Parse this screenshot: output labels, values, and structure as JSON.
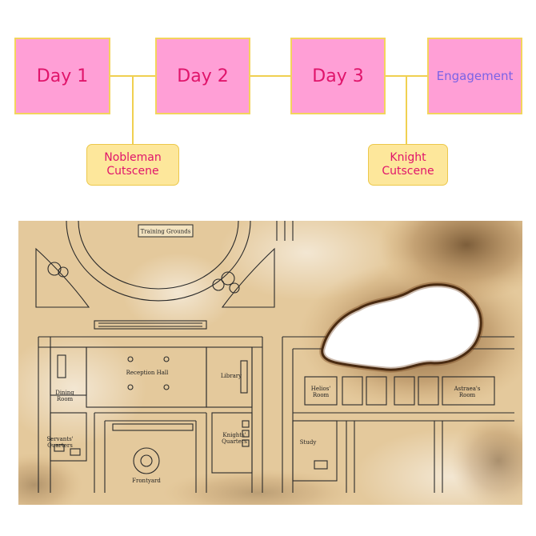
{
  "timeline": {
    "day1": "Day 1",
    "day2": "Day 2",
    "day3": "Day 3",
    "engagement": "Engagement",
    "cutscene1_line1": "Nobleman",
    "cutscene1_line2": "Cutscene",
    "cutscene2_line1": "Knight",
    "cutscene2_line2": "Cutscene"
  },
  "map": {
    "training_grounds": "Training Grounds",
    "reception_hall": "Reception Hall",
    "library": "Library",
    "dining_room_1": "Dining",
    "dining_room_2": "Room",
    "servants_quarters_1": "Servants'",
    "servants_quarters_2": "Quarters",
    "knights_quarters_1": "Knights'",
    "knights_quarters_2": "Quarters",
    "frontyard": "Frontyard",
    "helios_room_1": "Helios'",
    "helios_room_2": "Room",
    "astraea_room_1": "Astraea's",
    "astraea_room_2": "Room",
    "study": "Study"
  },
  "colors": {
    "box_fill": "#ff9fd6",
    "box_border": "#f3d45c",
    "box_text": "#e0156b",
    "engagement_text": "#7a63e6",
    "note_fill": "#fde79b",
    "connector": "#f0d050",
    "parchment": "#e8cfa3"
  }
}
